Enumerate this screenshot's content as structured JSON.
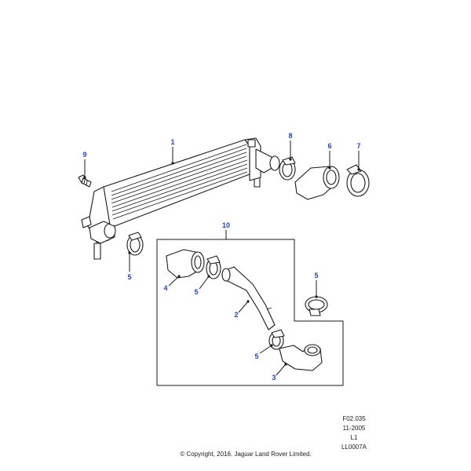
{
  "diagram": {
    "callouts": [
      "1",
      "2",
      "3",
      "4",
      "5",
      "5",
      "5",
      "5",
      "6",
      "7",
      "8",
      "9",
      "10"
    ]
  },
  "reference": {
    "code": "F02.035",
    "date": "11-2005",
    "line": "L1",
    "illustration_id": "LL0007A"
  },
  "copyright": "© Copyright, 2016. Jaguar Land Rover Limited."
}
